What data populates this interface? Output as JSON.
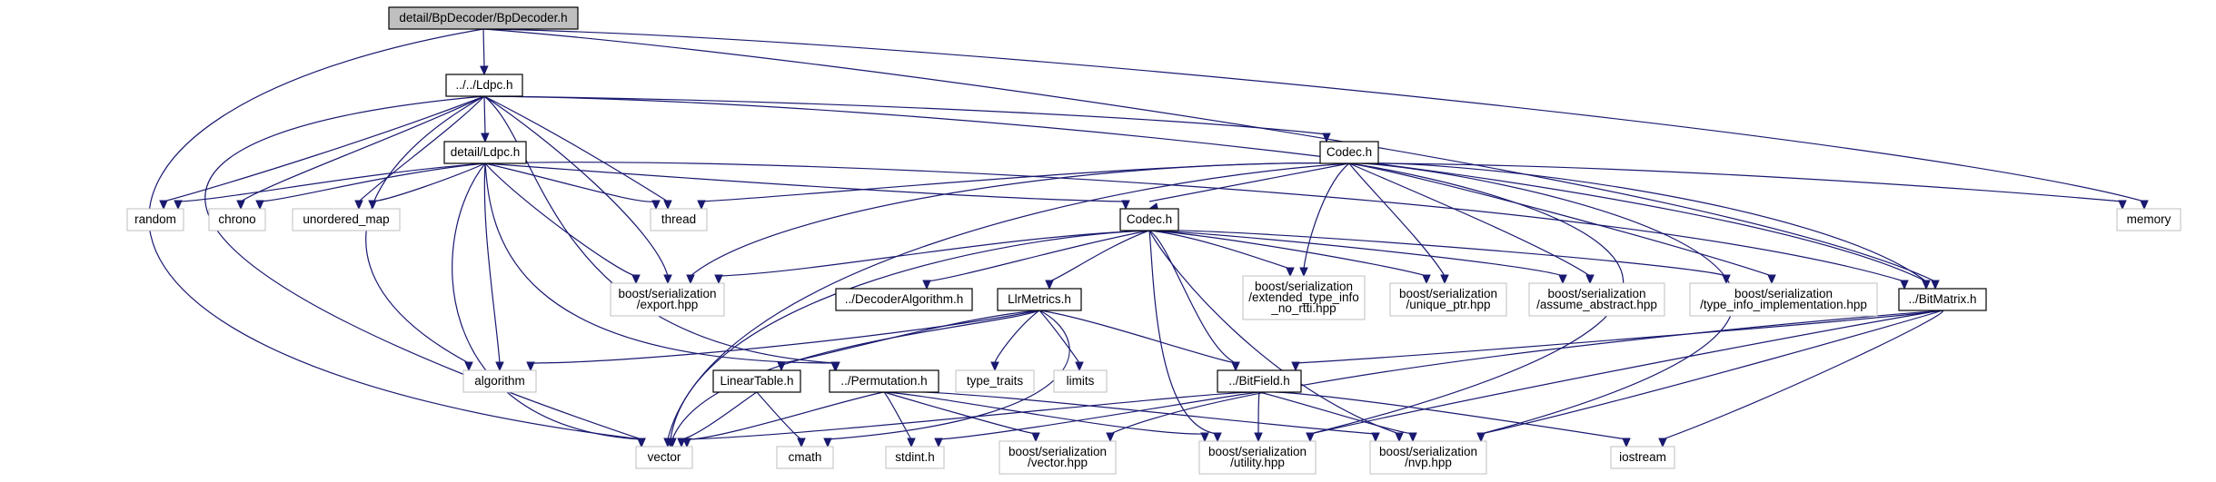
{
  "graph": {
    "nodes": [
      {
        "id": "bpdecoder",
        "kind": "root",
        "lines": [
          "detail/BpDecoder/BpDecoder.h"
        ]
      },
      {
        "id": "ldpc_top",
        "kind": "internal",
        "lines": [
          "../../Ldpc.h"
        ]
      },
      {
        "id": "detail_ldpc",
        "kind": "internal",
        "lines": [
          "detail/Ldpc.h"
        ]
      },
      {
        "id": "codec_top",
        "kind": "internal",
        "lines": [
          "Codec.h"
        ]
      },
      {
        "id": "codec_mid",
        "kind": "internal",
        "lines": [
          "Codec.h"
        ]
      },
      {
        "id": "random",
        "kind": "external",
        "lines": [
          "random"
        ]
      },
      {
        "id": "chrono",
        "kind": "external",
        "lines": [
          "chrono"
        ]
      },
      {
        "id": "unordered_map",
        "kind": "external",
        "lines": [
          "unordered_map"
        ]
      },
      {
        "id": "thread",
        "kind": "external",
        "lines": [
          "thread"
        ]
      },
      {
        "id": "memory",
        "kind": "external",
        "lines": [
          "memory"
        ]
      },
      {
        "id": "export",
        "kind": "external",
        "lines": [
          "boost/serialization",
          "/export.hpp"
        ]
      },
      {
        "id": "decoder_alg",
        "kind": "internal",
        "lines": [
          "../DecoderAlgorithm.h"
        ]
      },
      {
        "id": "llrmetrics",
        "kind": "internal",
        "lines": [
          "LlrMetrics.h"
        ]
      },
      {
        "id": "ext_type_info",
        "kind": "external",
        "lines": [
          "boost/serialization",
          "/extended_type_info",
          "_no_rtti.hpp"
        ]
      },
      {
        "id": "unique_ptr",
        "kind": "external",
        "lines": [
          "boost/serialization",
          "/unique_ptr.hpp"
        ]
      },
      {
        "id": "assume_abstract",
        "kind": "external",
        "lines": [
          "boost/serialization",
          "/assume_abstract.hpp"
        ]
      },
      {
        "id": "type_info_impl",
        "kind": "external",
        "lines": [
          "boost/serialization",
          "/type_info_implementation.hpp"
        ]
      },
      {
        "id": "bitmatrix",
        "kind": "internal",
        "lines": [
          "../BitMatrix.h"
        ]
      },
      {
        "id": "algorithm",
        "kind": "external",
        "lines": [
          "algorithm"
        ]
      },
      {
        "id": "type_traits",
        "kind": "external",
        "lines": [
          "type_traits"
        ]
      },
      {
        "id": "limits",
        "kind": "external",
        "lines": [
          "limits"
        ]
      },
      {
        "id": "lineartable",
        "kind": "internal",
        "lines": [
          "LinearTable.h"
        ]
      },
      {
        "id": "permutation",
        "kind": "internal",
        "lines": [
          "../Permutation.h"
        ]
      },
      {
        "id": "bitfield",
        "kind": "internal",
        "lines": [
          "../BitField.h"
        ]
      },
      {
        "id": "vector",
        "kind": "external",
        "lines": [
          "vector"
        ]
      },
      {
        "id": "cmath",
        "kind": "external",
        "lines": [
          "cmath"
        ]
      },
      {
        "id": "stdint",
        "kind": "external",
        "lines": [
          "stdint.h"
        ]
      },
      {
        "id": "ser_vector",
        "kind": "external",
        "lines": [
          "boost/serialization",
          "/vector.hpp"
        ]
      },
      {
        "id": "ser_utility",
        "kind": "external",
        "lines": [
          "boost/serialization",
          "/utility.hpp"
        ]
      },
      {
        "id": "ser_nvp",
        "kind": "external",
        "lines": [
          "boost/serialization",
          "/nvp.hpp"
        ]
      },
      {
        "id": "iostream",
        "kind": "external",
        "lines": [
          "iostream"
        ]
      }
    ],
    "colors": {
      "edge": "#191970",
      "edge_to_external": "#191970",
      "root_fill": "#bfbfbf",
      "root_border": "#000000",
      "internal_border": "#000000",
      "external_border": "#bfbfbf",
      "node_fill": "#ffffff"
    }
  }
}
